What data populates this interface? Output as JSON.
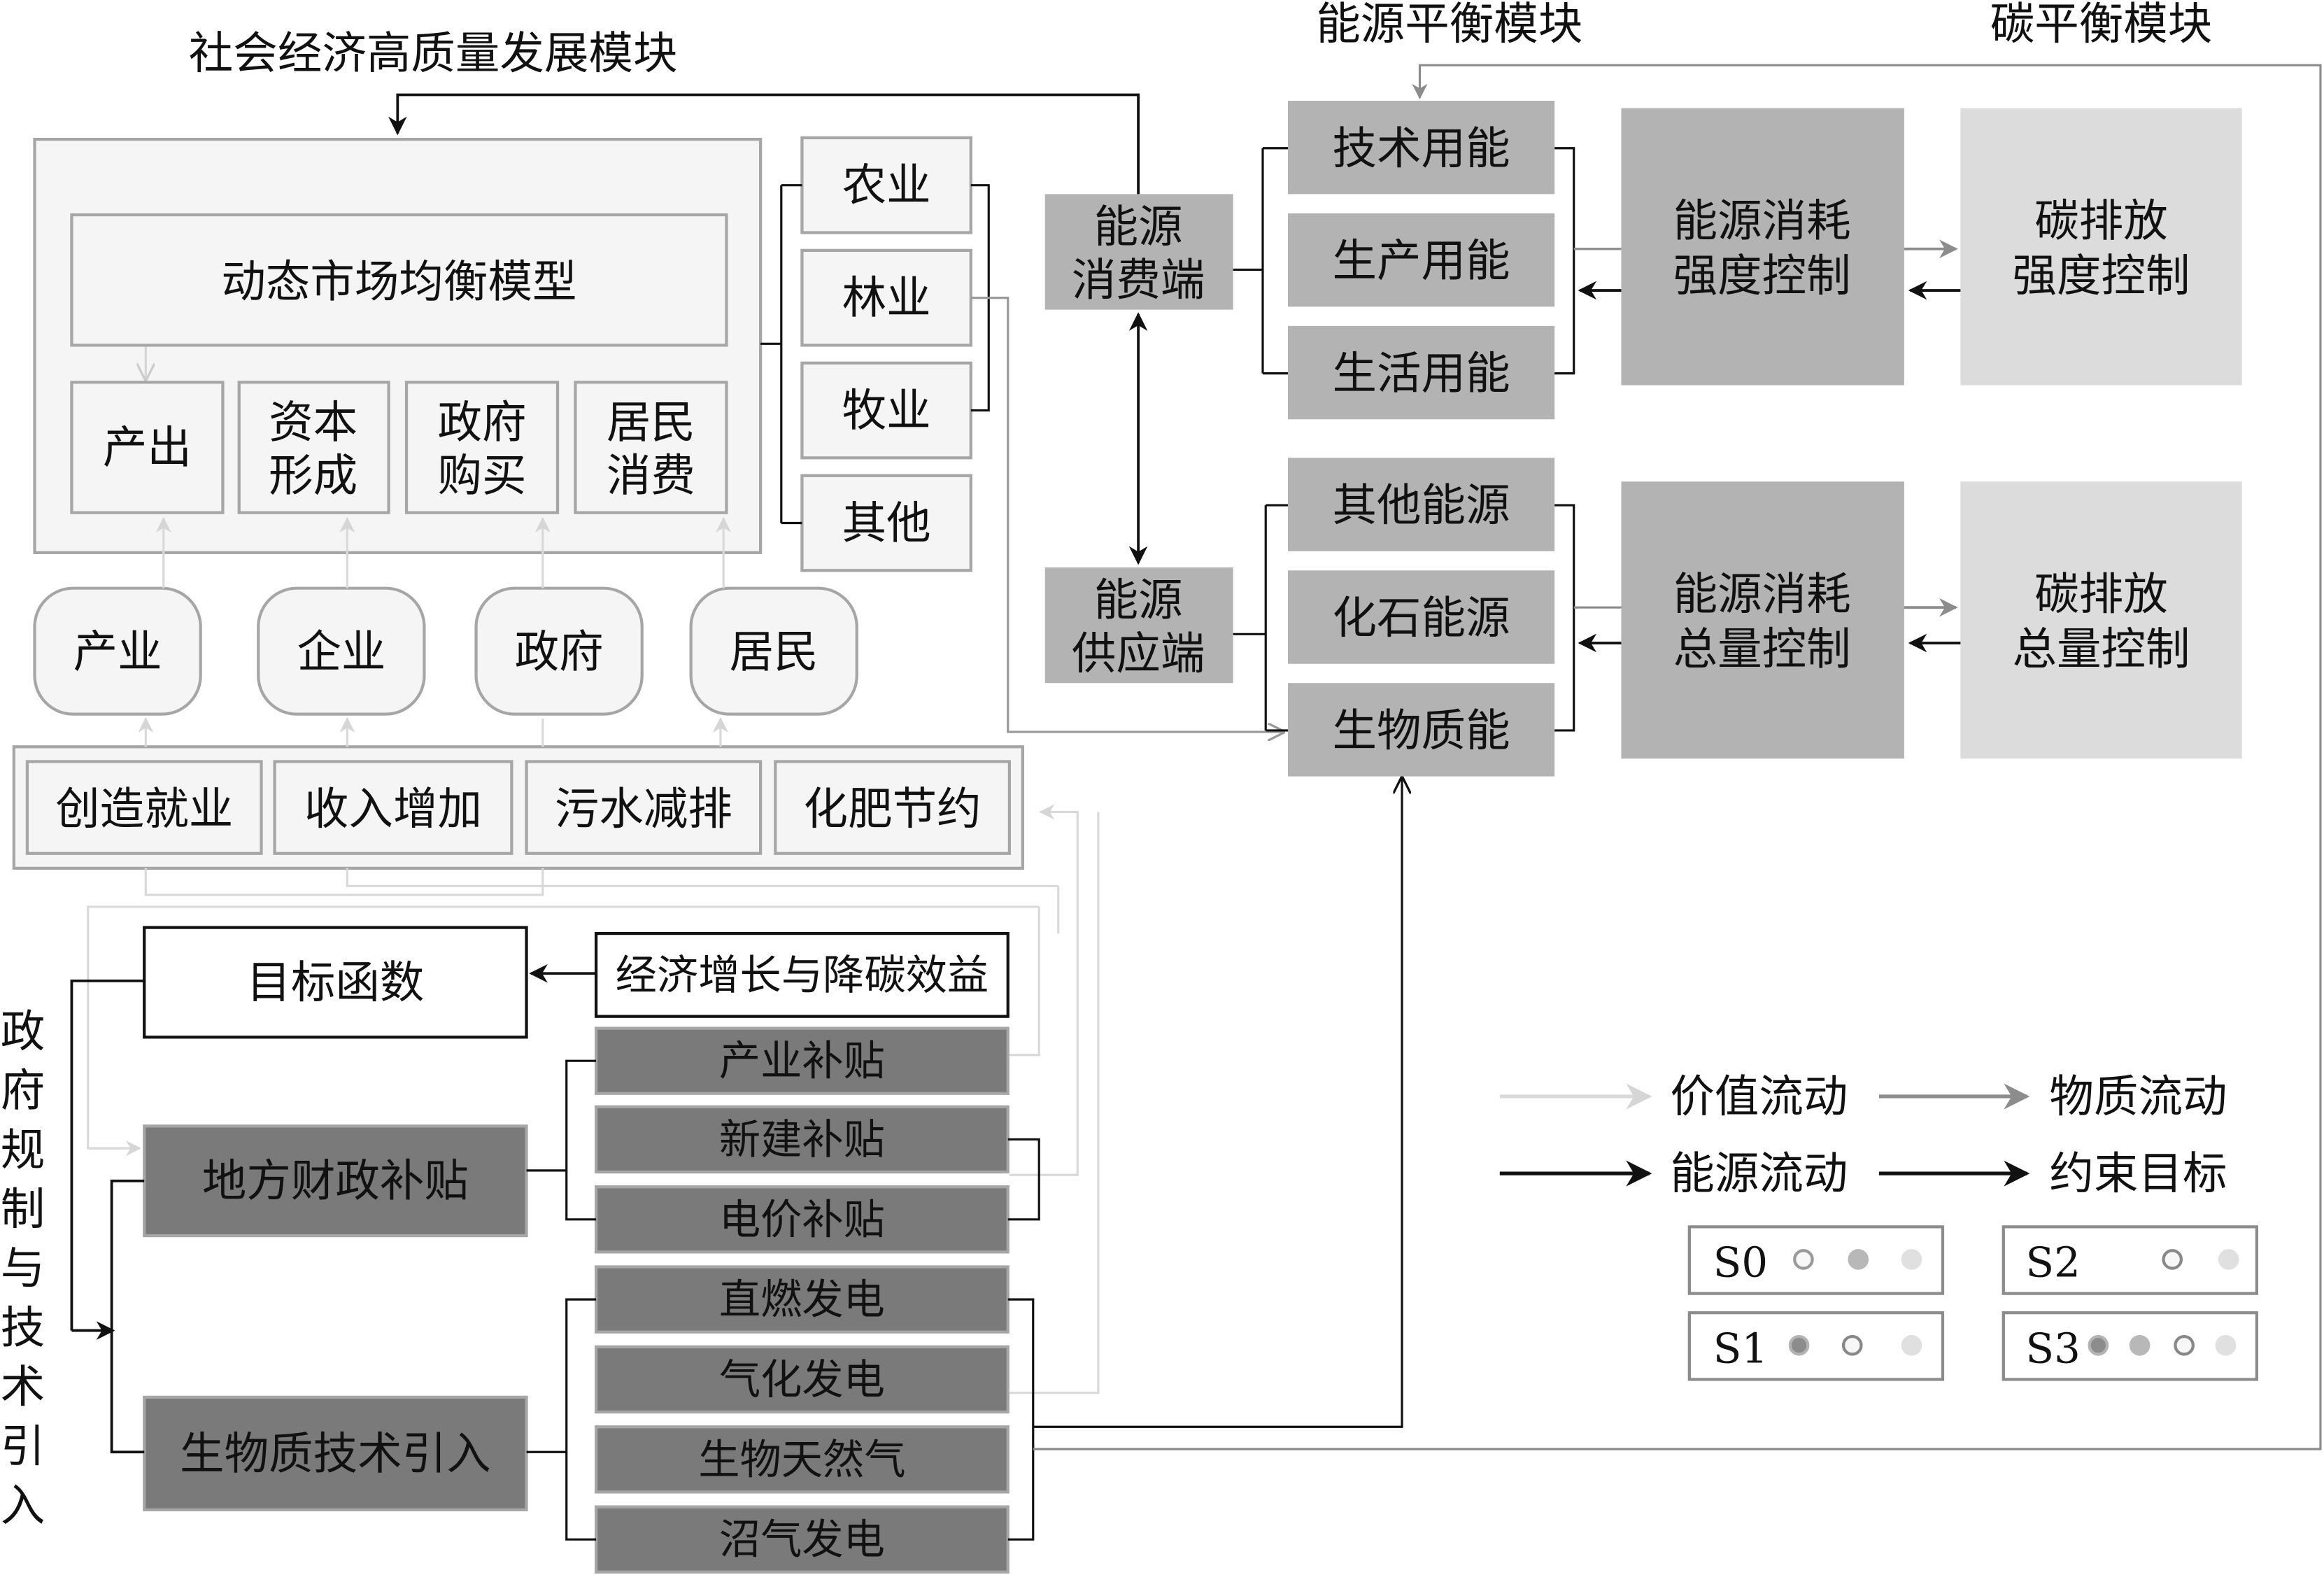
{
  "modules": {
    "socio_economic": "社会经济高质量发展模块",
    "energy_balance": "能源平衡模块",
    "carbon_balance": "碳平衡模块"
  },
  "cge": {
    "model": "动态市场均衡模型",
    "outputs": [
      [
        "产出"
      ],
      [
        "资本",
        "形成"
      ],
      [
        "政府",
        "购买"
      ],
      [
        "居民",
        "消费"
      ]
    ],
    "sectors": [
      "农业",
      "林业",
      "牧业",
      "其他"
    ],
    "agents": [
      "产业",
      "企业",
      "政府",
      "居民"
    ],
    "benefits": [
      "创造就业",
      "收入增加",
      "污水减排",
      "化肥节约"
    ]
  },
  "energy": {
    "consumption_end": [
      "能源",
      "消费端"
    ],
    "supply_end": [
      "能源",
      "供应端"
    ],
    "use": [
      "技术用能",
      "生产用能",
      "生活用能"
    ],
    "sources": [
      "其他能源",
      "化石能源",
      "生物质能"
    ],
    "intensity_control": [
      "能源消耗",
      "强度控制"
    ],
    "total_control": [
      "能源消耗",
      "总量控制"
    ]
  },
  "carbon": {
    "intensity_control": [
      "碳排放",
      "强度控制"
    ],
    "total_control": [
      "碳排放",
      "总量控制"
    ]
  },
  "policy": {
    "side_label": [
      "政",
      "府",
      "规",
      "制",
      "与",
      "技",
      "术",
      "引",
      "入"
    ],
    "objective": "目标函数",
    "benefit_goal": "经济增长与降碳效益",
    "fiscal_subsidy": "地方财政补贴",
    "subsidies": [
      "产业补贴",
      "新建补贴",
      "电价补贴"
    ],
    "biomass_tech": "生物质技术引入",
    "technologies": [
      "直燃发电",
      "气化发电",
      "生物天然气",
      "沼气发电"
    ]
  },
  "legend": {
    "flows": [
      {
        "label": "价值流动",
        "color": "#d9d9d9"
      },
      {
        "label": "物质流动",
        "color": "#8c8c8c"
      },
      {
        "label": "能源流动",
        "color": "#111111"
      },
      {
        "label": "约束目标",
        "color": "#111111"
      }
    ],
    "scenarios": [
      {
        "name": "S0",
        "dots": [
          "outline",
          "mid",
          "light"
        ]
      },
      {
        "name": "S1",
        "dots": [
          "dark",
          "outline",
          "light"
        ]
      },
      {
        "name": "S2",
        "dots": [
          "outline",
          "light"
        ]
      },
      {
        "name": "S3",
        "dots": [
          "dark",
          "mid",
          "outline",
          "light"
        ]
      }
    ]
  },
  "colors": {
    "dark_box": "#7a7a7a",
    "mid_box": "#b3b3b3",
    "light_box": "#d9d9d9",
    "panel": "#f5f5f5",
    "border": "#a6a6a6"
  }
}
